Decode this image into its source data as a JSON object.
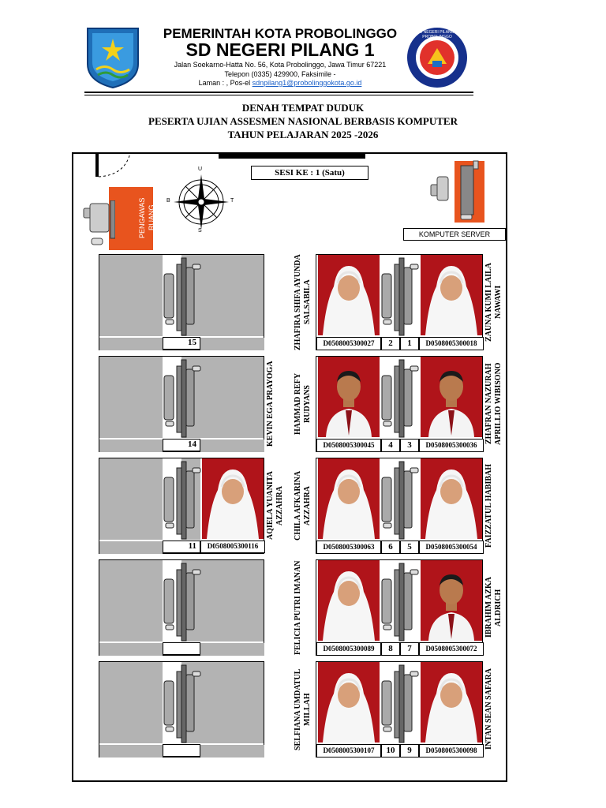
{
  "header": {
    "gov": "PEMERINTAH KOTA PROBOLINGGO",
    "school": "SD NEGERI PILANG 1",
    "address": "Jalan Soekarno-Hatta No. 56, Kota Probolinggo, Jawa Timur 67221",
    "phone": "Telepon (0335) 429900, Faksimile -",
    "web_prefix": "Laman : , Pos-el",
    "email": "sdnpilang1@probolinggokota.go.id",
    "logo_right_text": "SD NEGERI PILANG 1 PROBOLINGGO"
  },
  "title": {
    "line1": "DENAH TEMPAT DUDUK",
    "line2": "PESERTA UJIAN  ASSESMEN NASIONAL BERBASIS KOMPUTER",
    "line3": "TAHUN PELAJARAN 2025 -2026"
  },
  "room": {
    "session": "SESI KE : 1 (Satu)",
    "supervisor": "PENGAWAS RUANG",
    "server": "KOMPUTER SERVER",
    "compass": {
      "n": "U",
      "s": "S",
      "w": "B",
      "e": "T"
    }
  },
  "colors": {
    "photo_bg": "#b0141a",
    "seat_gray": "#b3b3b3",
    "supervisor_orange": "#e8541e"
  },
  "left_blocks": [
    {
      "number": "15",
      "name": "",
      "id": ""
    },
    {
      "number": "14",
      "name": "KEVIN EGA PRAYOGA",
      "id": ""
    },
    {
      "number": "11",
      "name": "AQIELA YUANITA AZZAHRA",
      "id": "D0508005300116"
    },
    {
      "number": "",
      "name": "",
      "id": ""
    },
    {
      "number": "",
      "name": "",
      "id": ""
    }
  ],
  "right_rows": [
    {
      "left": {
        "number": "2",
        "name": "ZHAFIRA SHIFA AYUNDA SALSABILA",
        "id": "D0508005300027"
      },
      "right": {
        "number": "1",
        "name": "ZAUNA KUMI LAILA NAWAWI",
        "id": "D0508005300018"
      }
    },
    {
      "left": {
        "number": "4",
        "name": "HAMMAD REFY RUDYANS",
        "id": "D0508005300045"
      },
      "right": {
        "number": "3",
        "name": "ZHAFRAN NAZURAH APRILLIO WIBISONO",
        "id": "D0508005300036"
      }
    },
    {
      "left": {
        "number": "6",
        "name": "CHILA AFKARINA AZZAHRA",
        "id": "D0508005300063"
      },
      "right": {
        "number": "5",
        "name": "FAIZZATUL HABIBAH",
        "id": "D0508005300054"
      }
    },
    {
      "left": {
        "number": "8",
        "name": "FELICIA PUTRI IMANAN",
        "id": "D0508005300089"
      },
      "right": {
        "number": "7",
        "name": "IBRAHIM AZKA ALDRICH",
        "id": "D0508005300072"
      }
    },
    {
      "left": {
        "number": "10",
        "name": "SELFIANA UMDATUL MILLAH",
        "id": "D0508005300107"
      },
      "right": {
        "number": "9",
        "name": "INTAN SEAN SAFARA",
        "id": "D0508005300098"
      }
    }
  ]
}
